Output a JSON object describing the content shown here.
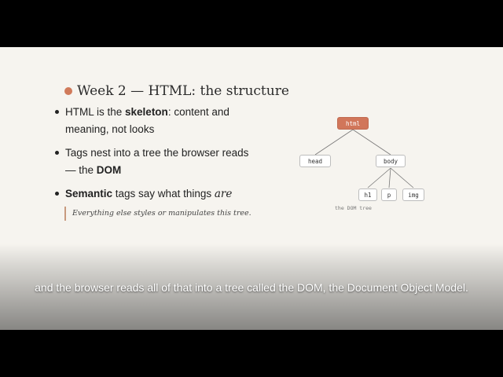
{
  "slide": {
    "title": "Week 2 — HTML: the structure",
    "bullets": [
      {
        "pre": "HTML is the ",
        "bold": "skeleton",
        "post": ": content and meaning, not looks"
      },
      {
        "pre": "Tags nest into a tree the browser reads — the ",
        "bold": "DOM",
        "post": ""
      },
      {
        "bold": "Semantic",
        "mid": " tags say what things ",
        "italic": "are"
      }
    ],
    "quote": "Everything else styles or manipulates this tree."
  },
  "tree": {
    "root": "html",
    "head": "head",
    "body": "body",
    "h1": "h1",
    "p": "p",
    "img": "img",
    "caption": "the DOM tree"
  },
  "subtitle": "and the browser reads all of that into a tree called the DOM, the Document Object Model."
}
